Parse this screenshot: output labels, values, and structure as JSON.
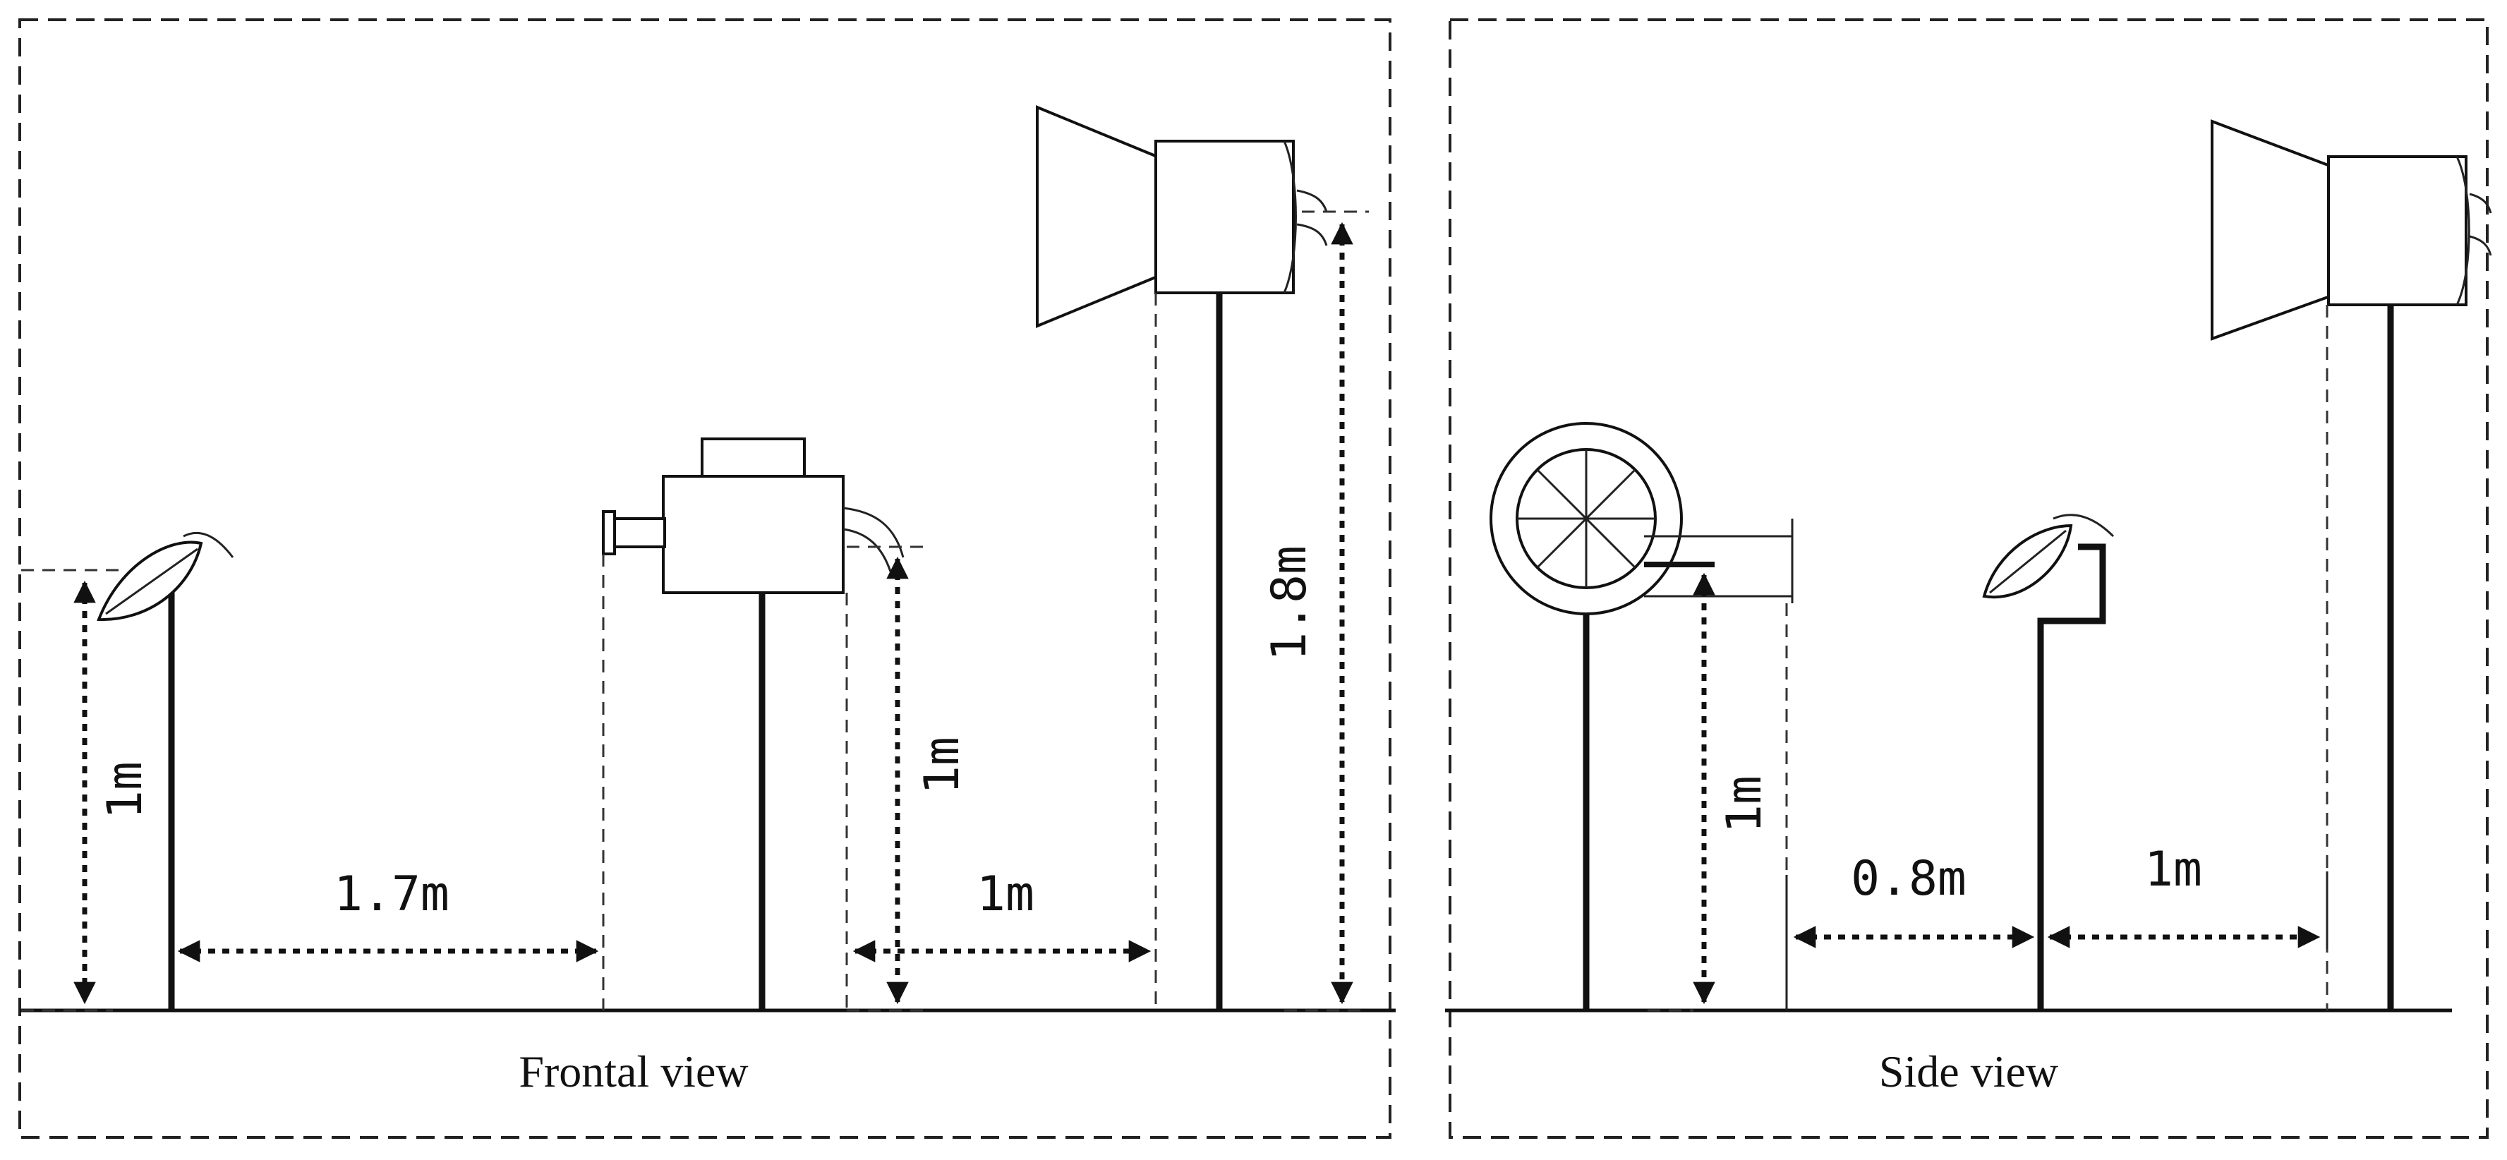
{
  "panels": {
    "frontal": {
      "caption": "Frontal view",
      "dims": {
        "leaf_height": "1m",
        "leaf_to_sprayer": "1.7m",
        "nozzle_height": "1m",
        "sprayer_to_fan": "1m",
        "fan_height": "1.8m"
      }
    },
    "side": {
      "caption": "Side view",
      "dims": {
        "outlet_height": "1m",
        "outlet_to_leaf": "0.8m",
        "leaf_to_fan": "1m"
      }
    }
  }
}
